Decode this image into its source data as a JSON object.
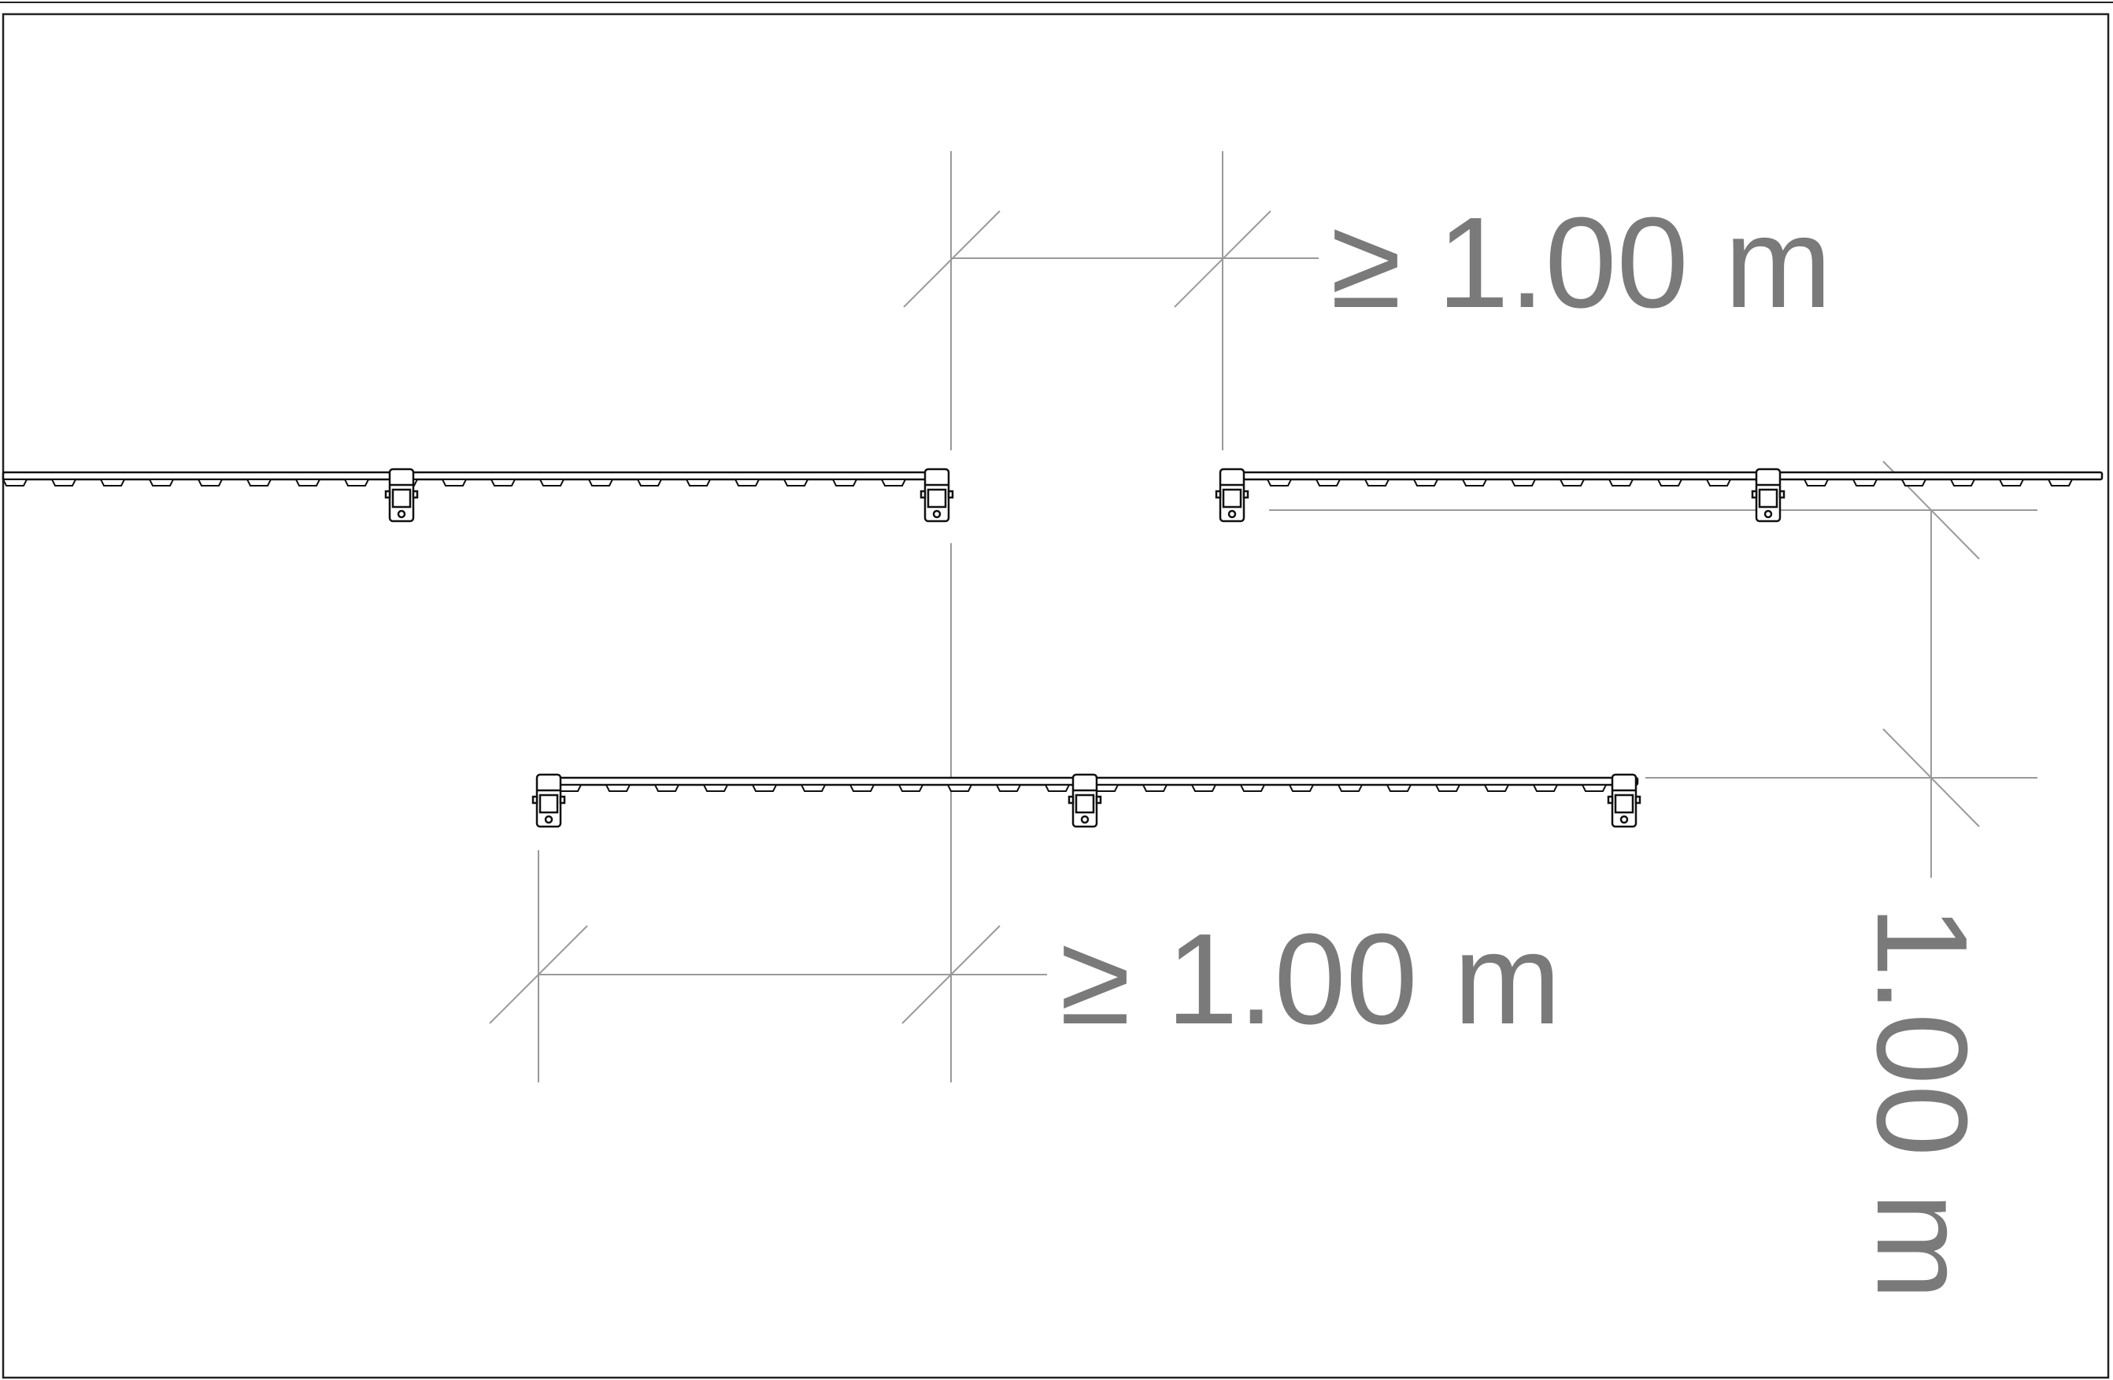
{
  "labels": {
    "top_dimension": "≥ 1.00 m",
    "bottom_dimension": "≥ 1.00 m",
    "vertical_dimension": "1.00 m"
  }
}
